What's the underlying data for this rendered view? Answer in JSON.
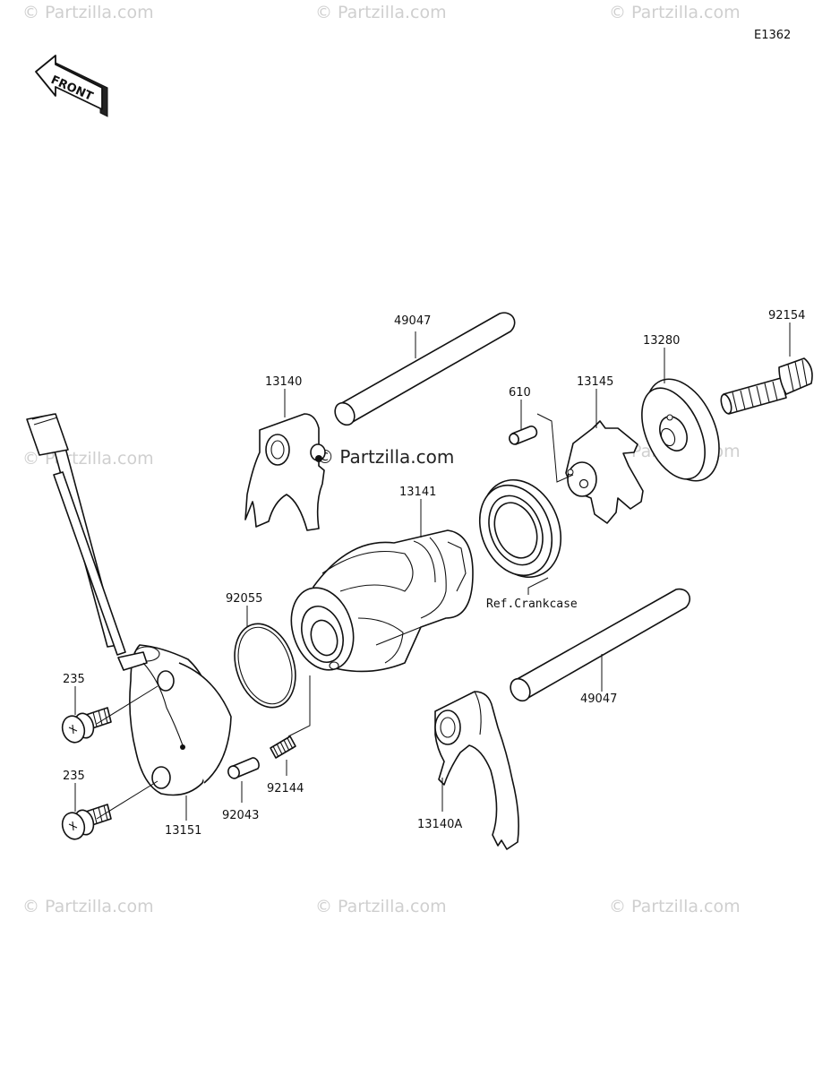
{
  "diagram_code": "E1362",
  "front_label": "FRONT",
  "watermark_text": "© Partzilla.com",
  "center_watermark": "© Partzilla.com",
  "ref_note": "Ref.Crankcase",
  "callouts": {
    "p49047_top": "49047",
    "p49047_bottom": "49047",
    "p13140": "13140",
    "p13140A": "13140A",
    "p610": "610",
    "p13145": "13145",
    "p13280": "13280",
    "p92154": "92154",
    "p13141": "13141",
    "p92055": "92055",
    "p235_top": "235",
    "p235_bottom": "235",
    "p13151": "13151",
    "p92043": "92043",
    "p92144": "92144"
  },
  "colors": {
    "line": "#111111",
    "watermark": "#cfcfcf",
    "background": "#ffffff"
  }
}
